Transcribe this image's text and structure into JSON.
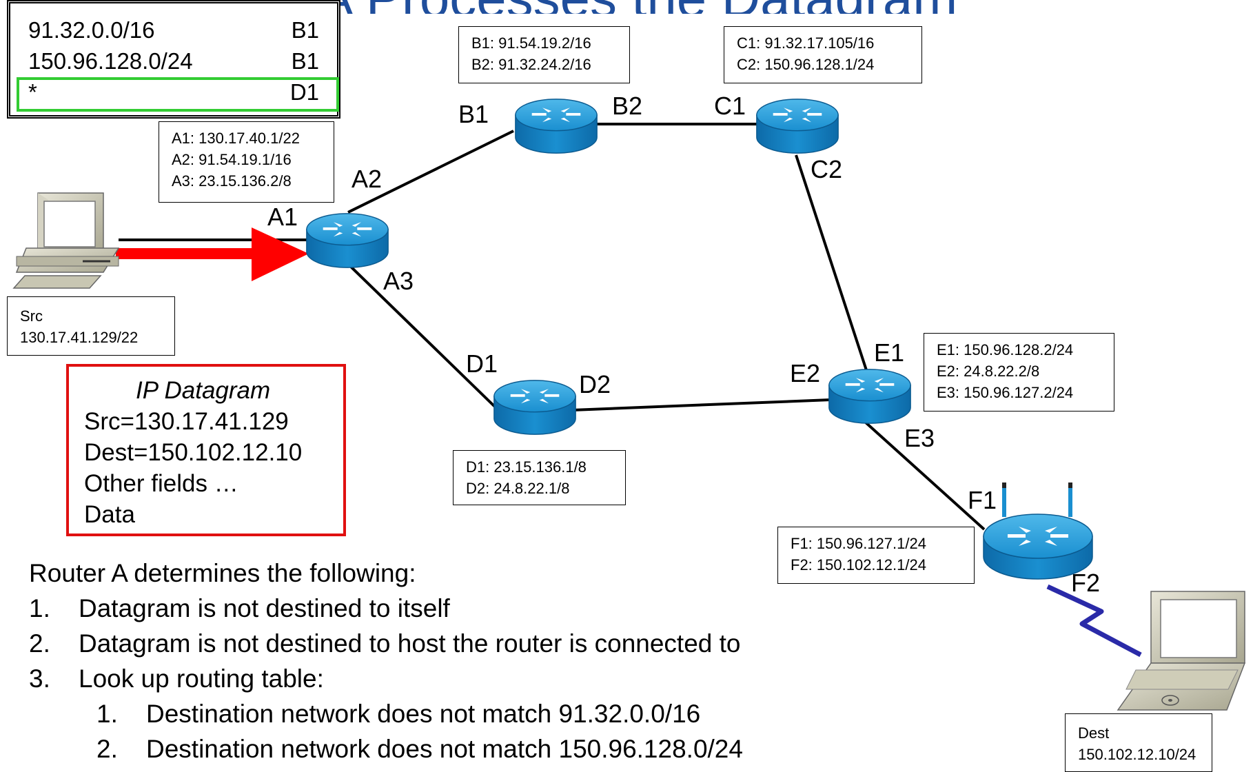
{
  "title": "Router A Processes the Datagram",
  "routing_table": {
    "rows": [
      {
        "network": "91.32.0.0/16",
        "next_hop": "B1"
      },
      {
        "network": "150.96.128.0/24",
        "next_hop": "B1"
      },
      {
        "network": "*",
        "next_hop": "D1"
      }
    ],
    "highlight_color": "#33cc33"
  },
  "info_boxes": {
    "router_a": [
      "A1: 130.17.40.1/22",
      "A2: 91.54.19.1/16",
      "A3: 23.15.136.2/8"
    ],
    "router_b": [
      "B1: 91.54.19.2/16",
      "B2: 91.32.24.2/16"
    ],
    "router_c": [
      "C1: 91.32.17.105/16",
      "C2: 150.96.128.1/24"
    ],
    "router_d": [
      "D1: 23.15.136.1/8",
      "D2: 24.8.22.1/8"
    ],
    "router_e": [
      "E1: 150.96.128.2/24",
      "E2: 24.8.22.2/8",
      "E3: 150.96.127.2/24"
    ],
    "router_f": [
      "F1:  150.96.127.1/24",
      "F2: 150.102.12.1/24"
    ],
    "src": [
      "Src",
      "130.17.41.129/22"
    ],
    "dest": [
      "Dest",
      "150.102.12.10/24"
    ]
  },
  "interface_labels": {
    "a1": "A1",
    "a2": "A2",
    "a3": "A3",
    "b1": "B1",
    "b2": "B2",
    "c1": "C1",
    "c2": "C2",
    "d1": "D1",
    "d2": "D2",
    "e1": "E1",
    "e2": "E2",
    "e3": "E3",
    "f1": "F1",
    "f2": "F2"
  },
  "datagram": {
    "title": "IP Datagram",
    "lines": [
      "Src=130.17.41.129",
      "Dest=150.102.12.10",
      "Other fields …",
      "Data"
    ],
    "border_color": "#e01010"
  },
  "steps": {
    "intro": "Router A determines the following:",
    "items": [
      {
        "num": "1.",
        "text": "Datagram is not destined to itself"
      },
      {
        "num": "2.",
        "text": "Datagram is not destined to host the router is connected to"
      },
      {
        "num": "3.",
        "text": "Look up routing table:"
      }
    ],
    "subitems": [
      {
        "num": "1.",
        "text": "Destination network does not match 91.32.0.0/16"
      },
      {
        "num": "2.",
        "text": "Destination network does not match 150.96.128.0/24"
      }
    ]
  },
  "colors": {
    "title": "#1f4e9c",
    "router_body": "#1a8fd0",
    "arrow": "#ff0000",
    "wireless_link": "#2a2aa8"
  },
  "icons": {
    "routers": [
      "router-icon"
    ],
    "src": "desktop-computer-icon",
    "dest": "laptop-icon",
    "f_router": "wireless-router-icon"
  }
}
